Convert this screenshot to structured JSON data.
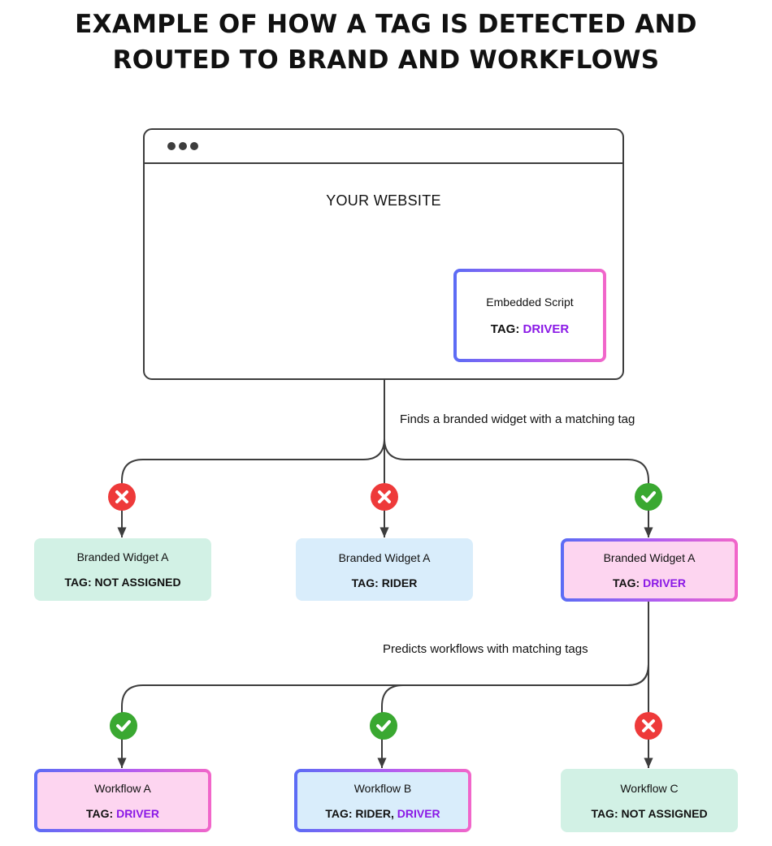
{
  "title": {
    "line1": "EXAMPLE OF HOW A TAG IS DETECTED AND",
    "line2": "ROUTED TO BRAND AND WORKFLOWS"
  },
  "website": {
    "label": "YOUR WEBSITE",
    "script": {
      "name": "Embedded Script",
      "tag_prefix": "TAG: ",
      "tag_value": "DRIVER"
    }
  },
  "edge_labels": {
    "to_widgets": "Finds a branded widget with a matching tag",
    "to_workflows": "Predicts workflows with matching tags"
  },
  "widgets": [
    {
      "name": "Branded Widget A",
      "tag_prefix": "TAG: ",
      "tag_plain": "NOT ASSIGNED",
      "tag_highlight": "",
      "match": false
    },
    {
      "name": "Branded Widget A",
      "tag_prefix": "TAG: ",
      "tag_plain": "RIDER",
      "tag_highlight": "",
      "match": false
    },
    {
      "name": "Branded Widget A",
      "tag_prefix": "TAG: ",
      "tag_plain": "",
      "tag_highlight": "DRIVER",
      "match": true
    }
  ],
  "workflows": [
    {
      "name": "Workflow A",
      "tag_prefix": "TAG: ",
      "tag_plain": "",
      "tag_highlight": "DRIVER",
      "match": true
    },
    {
      "name": "Workflow B",
      "tag_prefix": "TAG: ",
      "tag_plain": "RIDER, ",
      "tag_highlight": "DRIVER",
      "match": true
    },
    {
      "name": "Workflow C",
      "tag_prefix": "TAG: ",
      "tag_plain": "NOT ASSIGNED",
      "tag_highlight": "",
      "match": false
    }
  ],
  "colors": {
    "match": "#3aa831",
    "no_match": "#ee3a3a",
    "highlight": "#8a18e6",
    "fill_green": "#d2f1e5",
    "fill_blue": "#d9edfb",
    "fill_pink": "#fdd5f0",
    "gradient": [
      "#5b6cf5",
      "#b25ef0",
      "#f266c9"
    ]
  },
  "icons": {
    "match": "check-icon",
    "no_match": "x-icon"
  }
}
